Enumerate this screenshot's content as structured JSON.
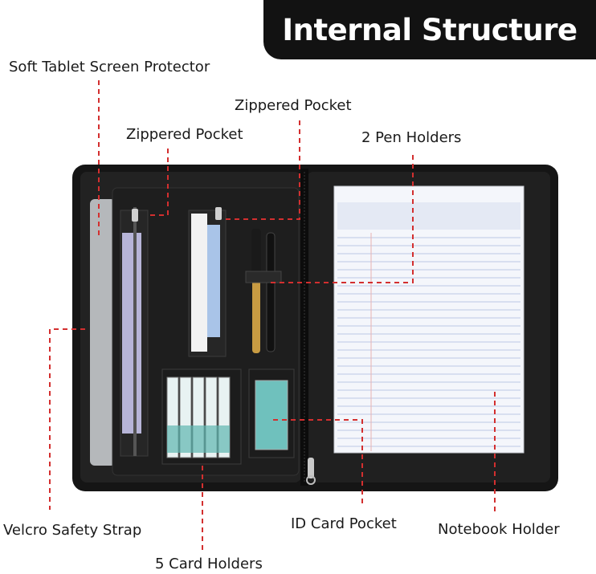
{
  "title": "Internal Structure",
  "labels": {
    "tablet_protector": "Soft Tablet Screen Protector",
    "zippered_pocket_top": "Zippered Pocket",
    "zippered_pocket_left": "Zippered Pocket",
    "pen_holders": "2 Pen Holders",
    "velcro_strap": "Velcro Safety Strap",
    "id_card_pocket": "ID Card Pocket",
    "notebook_holder": "Notebook Holder",
    "card_holders": "5 Card Holders"
  },
  "colors": {
    "banner": "#121212",
    "leader_line": "#d32f2f",
    "leather": "#1b1b1b",
    "paper": "#f4f6fb",
    "rule_line": "#bcc8e6"
  },
  "card_holder_count": 5,
  "pen_count": 2
}
